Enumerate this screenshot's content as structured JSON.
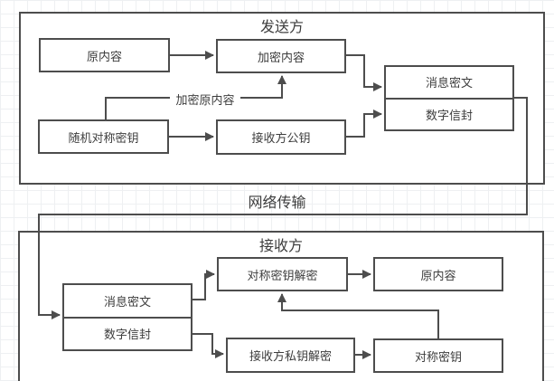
{
  "diagram": {
    "title_hint": "digital envelope encryption flow",
    "colors": {
      "stroke": "#4d4d4d",
      "text": "#3d3d3d",
      "grid": "#eef0f2",
      "background": "#ffffff"
    },
    "sender": {
      "title": "发送方",
      "nodes": {
        "original_content": "原内容",
        "encrypted_content": "加密内容",
        "random_symmetric_key": "随机对称密钥",
        "receiver_public_key": "接收方公钥",
        "message_ciphertext": "消息密文",
        "digital_envelope": "数字信封"
      },
      "edge_label": "加密原内容"
    },
    "transport": {
      "label": "网络传输"
    },
    "receiver": {
      "title": "接收方",
      "nodes": {
        "message_ciphertext": "消息密文",
        "digital_envelope": "数字信封",
        "symmetric_key_decrypt": "对称密钥解密",
        "original_content": "原内容",
        "private_key_decrypt": "接收方私钥解密",
        "symmetric_key": "对称密钥"
      }
    }
  }
}
